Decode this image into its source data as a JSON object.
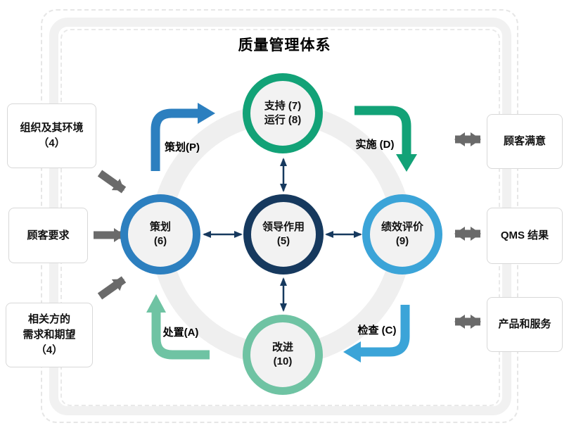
{
  "title": "质量管理体系",
  "left_boxes": [
    {
      "lines": [
        "组织及其环境",
        "（4）"
      ]
    },
    {
      "lines": [
        "顾客要求"
      ]
    },
    {
      "lines": [
        "相关方的",
        "需求和期望",
        "（4）"
      ]
    }
  ],
  "right_boxes": [
    {
      "label": "顾客满意"
    },
    {
      "label": "QMS 结果"
    },
    {
      "label": "产品和服务"
    }
  ],
  "nodes": {
    "support_operation": {
      "lines": [
        "支持 (7)",
        "运行 (8)"
      ]
    },
    "planning": {
      "lines": [
        "策划",
        "(6)"
      ]
    },
    "leadership": {
      "lines": [
        "领导作用",
        "(5)"
      ]
    },
    "performance_evaluation": {
      "lines": [
        "绩效评价",
        "(9)"
      ]
    },
    "improvement": {
      "lines": [
        "改进",
        "(10)"
      ]
    }
  },
  "cycle_labels": {
    "plan": "策划(P)",
    "do": "实施 (D)",
    "check": "检查 (C)",
    "act": "处置(A)"
  },
  "colors": {
    "green": "#12a277",
    "blue": "#2c7fbf",
    "navy": "#16395e",
    "light_blue": "#3ba4d8",
    "seafoam": "#6fc3a3",
    "arrow_gray": "#6a6a6a",
    "ring_gray": "#efefef",
    "node_fill": "#f2f2f2",
    "box_border": "#d8d8d8",
    "text": "#111111"
  }
}
